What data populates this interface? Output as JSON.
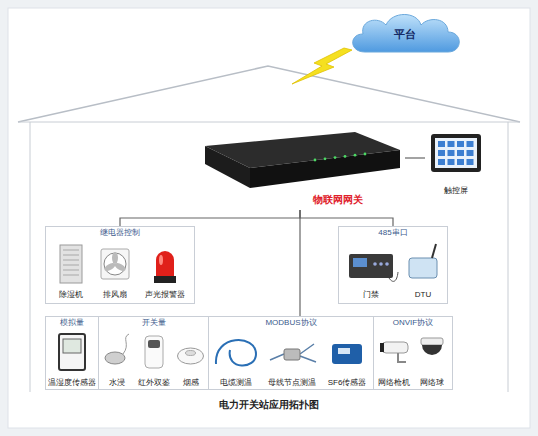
{
  "diagram": {
    "caption": "电力开关站应用拓扑图",
    "nodes": [
      {
        "text": [
          "平台"
        ]
      },
      {
        "text": [
          "物联网网关"
        ]
      },
      {
        "text": [
          "触控屏"
        ]
      },
      {
        "text": [
          "继电器控制"
        ]
      },
      {
        "text": [
          "除湿机"
        ],
        "in": 3
      },
      {
        "text": [
          "排风扇"
        ],
        "in": 3
      },
      {
        "text": [
          "声光报警器"
        ],
        "in": 3
      },
      {
        "text": [
          "485串口"
        ]
      },
      {
        "text": [
          "门禁"
        ],
        "in": 7
      },
      {
        "text": [
          "DTU"
        ],
        "in": 7
      },
      {
        "text": [
          "模拟量"
        ]
      },
      {
        "text": [
          "温湿度传感器"
        ],
        "in": 10
      },
      {
        "text": [
          "开关量"
        ]
      },
      {
        "text": [
          "水浸"
        ],
        "in": 12
      },
      {
        "text": [
          "红外双鉴"
        ],
        "in": 12
      },
      {
        "text": [
          "烟感"
        ],
        "in": 12
      },
      {
        "text": [
          "MODBUS协议"
        ]
      },
      {
        "text": [
          "电缆测温"
        ],
        "in": 16
      },
      {
        "text": [
          "母线节点测温"
        ],
        "in": 16
      },
      {
        "text": [
          "SF6传感器"
        ],
        "in": 16
      },
      {
        "text": [
          "ONVIF协议"
        ]
      },
      {
        "text": [
          "网络枪机"
        ],
        "in": 20
      },
      {
        "text": [
          "网络球"
        ],
        "in": 20
      }
    ],
    "edges": [
      {
        "from": 1,
        "to": 2,
        "arrow": "none"
      },
      {
        "from": 1,
        "to": 3,
        "arrow": "none"
      },
      {
        "from": 1,
        "to": 7,
        "arrow": "none"
      },
      {
        "from": 1,
        "to": 16,
        "arrow": "none"
      }
    ]
  }
}
